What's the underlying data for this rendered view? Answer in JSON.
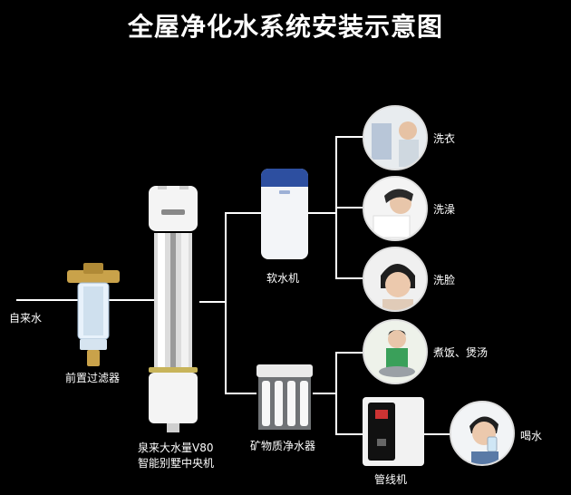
{
  "title": "全屋净化水系统安装示意图",
  "labels": {
    "inlet": "自来水",
    "prefilter": "前置过滤器",
    "central_line1": "泉来大水量V80",
    "central_line2": "智能别墅中央机",
    "softener": "软水机",
    "mineral": "矿物质净水器",
    "pipeline": "管线机",
    "laundry": "洗衣",
    "bath": "洗澡",
    "face": "洗脸",
    "cooking": "煮饭、煲汤",
    "drinking": "喝水"
  },
  "icons": {
    "prefilter": "prefilter-device-icon",
    "central": "central-purifier-icon",
    "softener": "water-softener-icon",
    "mineral": "mineral-purifier-icon",
    "pipeline": "pipeline-dispenser-icon",
    "laundry": "laundry-photo-icon",
    "bath": "bath-photo-icon",
    "face": "face-wash-photo-icon",
    "cooking": "cooking-photo-icon",
    "drinking": "drinking-photo-icon"
  },
  "colors": {
    "background": "#000000",
    "line": "#ffffff",
    "softener_accent": "#2d4fa0",
    "filter_brass": "#c9a24a",
    "central_gold": "#c8b45a"
  }
}
